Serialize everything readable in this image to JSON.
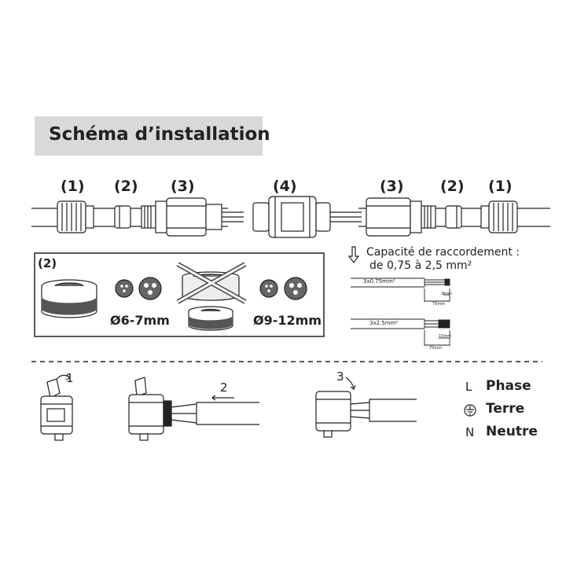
{
  "title": "Schéma d’installation",
  "parts": {
    "left": [
      "(1)",
      "(2)",
      "(3)"
    ],
    "center": "(4)",
    "right": [
      "(3)",
      "(2)",
      "(1)"
    ]
  },
  "seal_box": {
    "label": "(2)",
    "small_diameter": "Ø6-7mm",
    "large_diameter": "Ø9-12mm"
  },
  "capacity": {
    "line1": "Capacité de raccordement :",
    "line2": "de 0,75 à 2,5 mm²",
    "cable1": {
      "label": "3x0.75mm²",
      "strip": "8mm",
      "length": "75mm"
    },
    "cable2": {
      "label": "3x2.5mm²",
      "strip": "15mm",
      "length": "75mm"
    }
  },
  "steps": [
    "1",
    "2",
    "3"
  ],
  "legend": [
    {
      "symbol": "L",
      "label": "Phase"
    },
    {
      "symbol": "earth",
      "label": "Terre"
    },
    {
      "symbol": "N",
      "label": "Neutre"
    }
  ]
}
